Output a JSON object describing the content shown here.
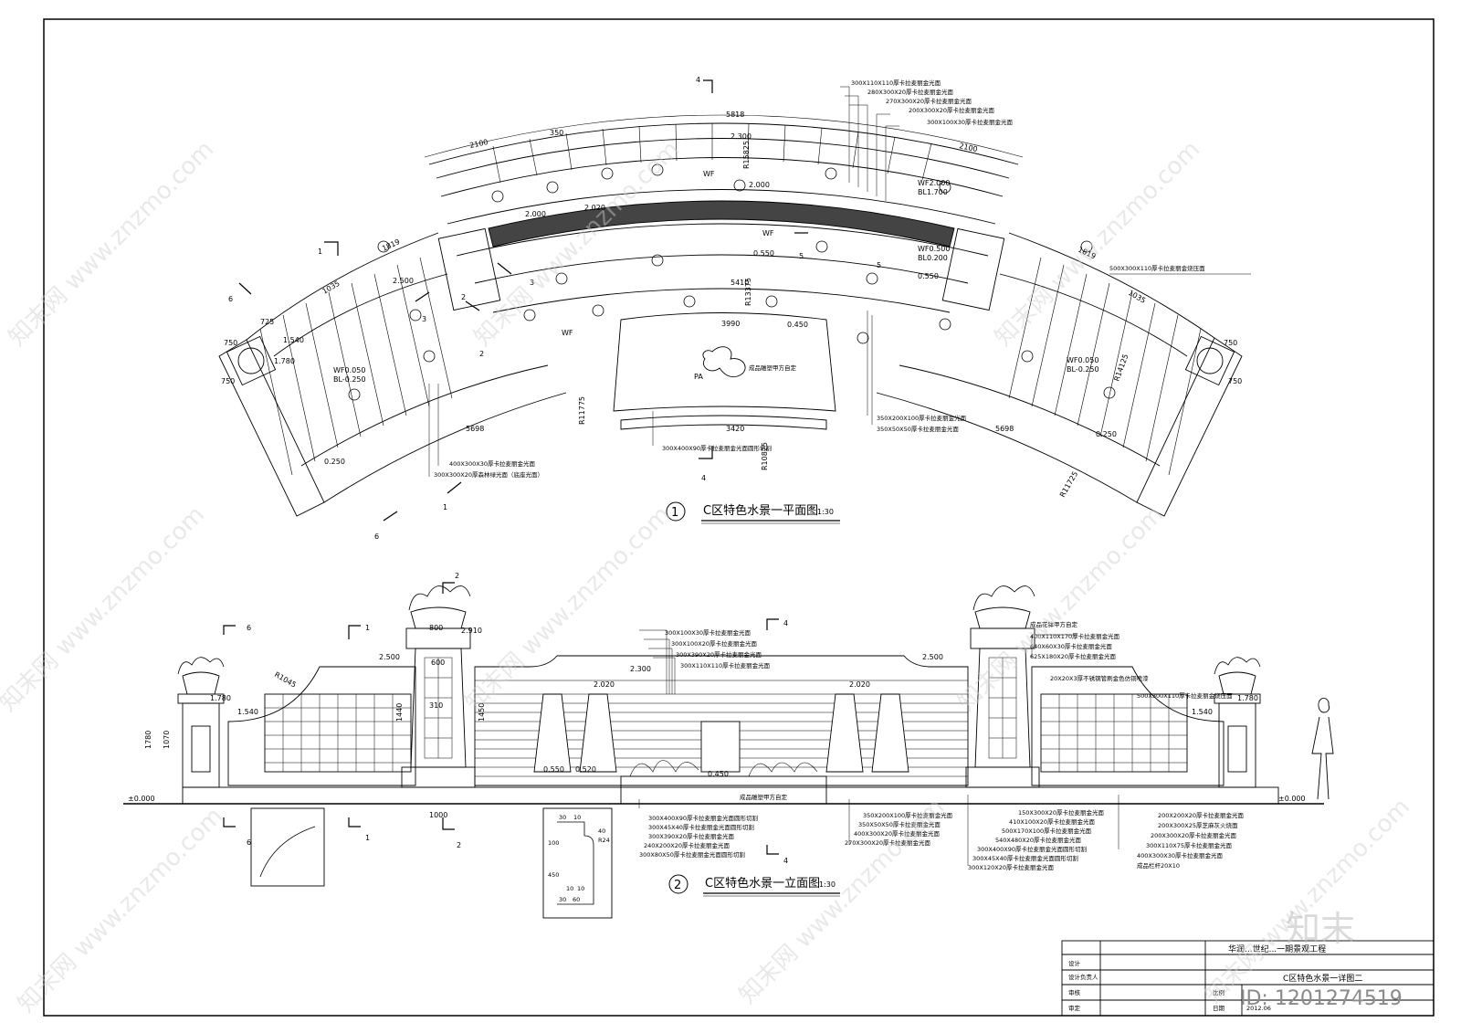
{
  "plan": {
    "title": "C区特色水景一平面图",
    "scale": "1:30",
    "number": "1",
    "dims": [
      "5818",
      "2100",
      "350",
      "2.300",
      "2100",
      "1819",
      "1035",
      "725",
      "750",
      "750",
      "2.500",
      "1.540",
      "1.780",
      "5410",
      "3990",
      "3420",
      "5698",
      "5698",
      "1035",
      "1819",
      "750",
      "750"
    ],
    "radii": [
      "R15825",
      "R13375",
      "R11775",
      "R10825",
      "R11725",
      "R14125"
    ],
    "levels": [
      "WF0.050",
      "BL-0.250",
      "WF0.050",
      "BL-0.250",
      "WF0.500",
      "BL0.200",
      "WF2.000",
      "BL1.700",
      "0.450",
      "0.250",
      "0.250",
      "0.550",
      "0.550",
      "2.000",
      "2.020",
      "2.000"
    ],
    "labels": [
      "WF",
      "PA",
      "WF",
      "WF",
      "成品雕塑甲方自定"
    ],
    "section_marks": [
      "1",
      "1",
      "2",
      "2",
      "3",
      "3",
      "4",
      "4",
      "5",
      "5",
      "6",
      "6"
    ],
    "notes": [
      "300X110X110厚卡拉麦丽金光面",
      "280X300X20厚卡拉麦丽金光面",
      "270X300X20厚卡拉麦丽金光面",
      "200X300X20厚卡拉麦丽金光面",
      "300X100X30厚卡拉麦丽金光面",
      "500X300X110厚卡拉麦丽金烧压面",
      "350X200X100厚卡拉麦丽金光面",
      "350X50X50厚卡拉麦丽金光面",
      "400X300X30厚卡拉麦丽金光面",
      "300X300X20厚森林绿光面（底座光面）",
      "300X400X90厚卡拉麦丽金光面圆形切割"
    ]
  },
  "elevation": {
    "title": "C区特色水景一立面图",
    "scale": "1:30",
    "number": "2",
    "dims": [
      "2.910",
      "2.500",
      "2.300",
      "2.500",
      "2.020",
      "2.020",
      "1.780",
      "1.780",
      "1.540",
      "1.540",
      "0.550",
      "0.520",
      "0.450",
      "1780",
      "1070",
      "1440",
      "1450",
      "1000",
      "800",
      "600",
      "310",
      "R1045"
    ],
    "levels": [
      "±0.000",
      "±0.000"
    ],
    "section_marks": [
      "1",
      "1",
      "2",
      "2",
      "4",
      "4",
      "6",
      "6"
    ],
    "notes_top": [
      "300X100X30厚卡拉麦丽金光面",
      "300X100X20厚卡拉麦丽金光面",
      "300X390X20厚卡拉麦丽金光面",
      "300X110X110厚卡拉麦丽金光面"
    ],
    "notes_right_top": [
      "成品花钵甲方自定",
      "400X110X170厚卡拉麦丽金光面",
      "640X60X30厚卡拉麦丽金光面",
      "625X180X20厚卡拉麦丽金光面",
      "20X20X3厚不锈钢管刷金色仿铜喷漆",
      "500X300X110厚卡拉麦丽金烧压面"
    ],
    "notes_bottom_center": [
      "300X400X90厚卡拉麦丽金光面圆形切割",
      "300X45X40厚卡拉麦丽金光面圆形切割",
      "300X390X20厚卡拉麦丽金光面",
      "240X200X20厚卡拉麦丽金光面",
      "300X80X50厚卡拉麦丽金光面圆形切割"
    ],
    "notes_bottom_right": [
      "350X200X100厚卡拉麦丽金光面",
      "350X50X50厚卡拉麦丽金光面",
      "400X300X20厚卡拉麦丽金光面",
      "270X300X20厚卡拉麦丽金光面",
      "150X300X20厚卡拉麦丽金光面",
      "410X100X20厚卡拉麦丽金光面",
      "500X170X100厚卡拉麦丽金光面",
      "540X480X20厚卡拉麦丽金光面",
      "300X400X90厚卡拉麦丽金光面圆形切割",
      "300X45X40厚卡拉麦丽金光面圆形切割",
      "300X120X20厚卡拉麦丽金光面"
    ],
    "notes_far_right": [
      "200X200X20厚卡拉麦丽金光面",
      "200X300X25厚芝麻灰火烧面",
      "200X300X20厚卡拉麦丽金光面",
      "300X110X75厚卡拉麦丽金光面",
      "400X300X30厚卡拉麦丽金光面",
      "成品栏杆20X10"
    ],
    "center_label": "成品雕塑甲方自定",
    "detail_dims": [
      "30",
      "10",
      "100",
      "450",
      "40",
      "R24",
      "10",
      "10",
      "30",
      "60"
    ]
  },
  "title_block": {
    "project": "华润...世纪...一期景观工程",
    "drawing": "C区特色水景一详图二",
    "rows": [
      "设计",
      "设计负责人",
      "审核",
      "审定"
    ],
    "right_rows": [
      "比例",
      "日期"
    ],
    "date": "2012.06"
  },
  "watermark": {
    "text": "知末网 www.znzmo.com",
    "brand": "知末",
    "id": "ID: 1201274519"
  }
}
